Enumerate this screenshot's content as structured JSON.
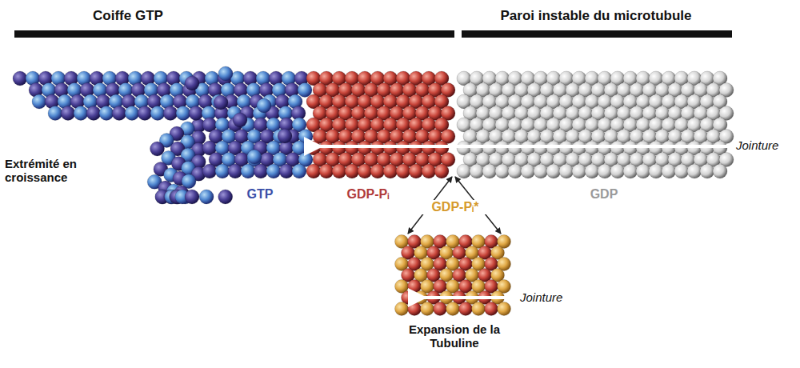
{
  "diagram": {
    "labels": [
      "Coiffe GTP",
      "Paroi instable du microtubule",
      "Jointure",
      "Extrémité en croissance",
      "GTP",
      "GDP-Pᵢ",
      "GDP-Pᵢ*",
      "GDP",
      "Jointure",
      "Expansion de la Tubuline"
    ]
  }
}
